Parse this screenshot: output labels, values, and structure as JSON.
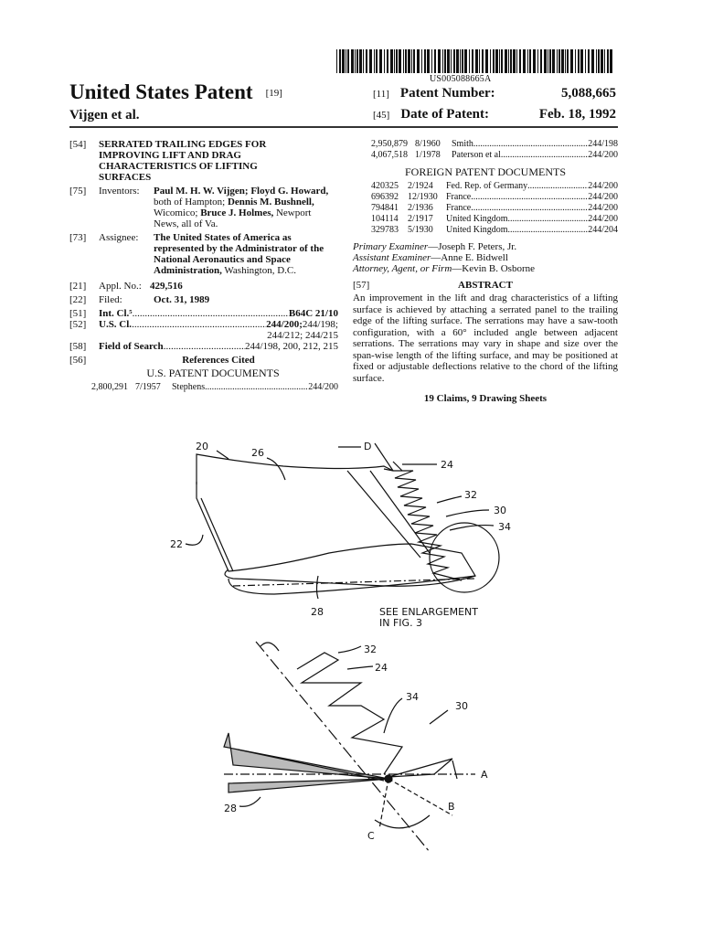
{
  "header": {
    "barcode_number": "US005088665A",
    "title": "United States Patent",
    "title_code": "[19]",
    "authors": "Vijgen et al.",
    "patent_number_code": "[11]",
    "patent_number_label": "Patent Number:",
    "patent_number": "5,088,665",
    "date_code": "[45]",
    "date_label": "Date of Patent:",
    "date": "Feb. 18, 1992"
  },
  "left": {
    "title_code": "[54]",
    "title": "SERRATED TRAILING EDGES FOR IMPROVING LIFT AND DRAG CHARACTERISTICS OF LIFTING SURFACES",
    "inventors_code": "[75]",
    "inventors_label": "Inventors:",
    "inventors": [
      {
        "name": "Paul M. H. W. Vijgen; Floyd G. Howard,",
        "place": " both of Hampton; "
      },
      {
        "name": "Dennis M. Bushnell,",
        "place": " Wicomico; "
      },
      {
        "name": "Bruce J. Holmes,",
        "place": " Newport News, all of Va."
      }
    ],
    "assignee_code": "[73]",
    "assignee_label": "Assignee:",
    "assignee": "The United States of America as represented by the Administrator of the National Aeronautics and Space Administration,",
    "assignee_place": " Washington, D.C.",
    "appl_code": "[21]",
    "appl_label": "Appl. No.:",
    "appl_no": "429,516",
    "filed_code": "[22]",
    "filed_label": "Filed:",
    "filed": "Oct. 31, 1989",
    "intcl_code": "[51]",
    "intcl_label": "Int. Cl.⁵",
    "intcl": "B64C 21/10",
    "uscl_code": "[52]",
    "uscl_label": "U.S. Cl.",
    "uscl_main": "244/200;",
    "uscl_rest1": " 244/198;",
    "uscl_rest2": "244/212; 244/215",
    "search_code": "[58]",
    "search_label": "Field of Search",
    "search": "244/198, 200, 212, 215",
    "refs_code": "[56]",
    "refs_label": "References Cited",
    "us_docs_heading": "U.S. PATENT DOCUMENTS",
    "us_docs": [
      {
        "number": "2,800,291",
        "date": "7/1957",
        "name": "Stephens",
        "class": "244/200"
      }
    ]
  },
  "right": {
    "us_docs_cont": [
      {
        "number": "2,950,879",
        "date": "8/1960",
        "name": "Smith",
        "class": "244/198"
      },
      {
        "number": "4,067,518",
        "date": "1/1978",
        "name": "Paterson et al.",
        "class": "244/200"
      }
    ],
    "foreign_heading": "FOREIGN PATENT DOCUMENTS",
    "foreign_docs": [
      {
        "number": "420325",
        "date": "2/1924",
        "name": "Fed. Rep. of Germany",
        "class": "244/200"
      },
      {
        "number": "696392",
        "date": "12/1930",
        "name": "France",
        "class": "244/200"
      },
      {
        "number": "794841",
        "date": "2/1936",
        "name": "France",
        "class": "244/200"
      },
      {
        "number": "104114",
        "date": "2/1917",
        "name": "United Kingdom",
        "class": "244/200"
      },
      {
        "number": "329783",
        "date": "5/1930",
        "name": "United Kingdom",
        "class": "244/204"
      }
    ],
    "primary_examiner_label": "Primary Examiner",
    "primary_examiner": "—Joseph F. Peters, Jr.",
    "assistant_examiner_label": "Assistant Examiner",
    "assistant_examiner": "—Anne E. Bidwell",
    "attorney_label": "Attorney, Agent, or Firm",
    "attorney": "—Kevin B. Osborne",
    "abstract_code": "[57]",
    "abstract_heading": "ABSTRACT",
    "abstract": "An improvement in the lift and drag characteristics of a lifting surface is achieved by attaching a serrated panel to the trailing edge of the lifting surface. The serrations may have a saw-tooth configuration, with a 60° included angle between adjacent serrations. The serrations may vary in shape and size over the span-wise length of the lifting surface, and may be positioned at fixed or adjustable deflections relative to the chord of the lifting surface.",
    "claims": "19 Claims, 9 Drawing Sheets"
  },
  "figure1": {
    "labels": {
      "l20": "20",
      "l26": "26",
      "lD": "D",
      "l24": "24",
      "l32": "32",
      "l30": "30",
      "l34": "34",
      "l22": "22",
      "l28": "28"
    },
    "note_line1": "SEE ENLARGEMENT",
    "note_line2": "IN FIG. 3"
  },
  "figure2": {
    "labels": {
      "l32": "32",
      "l24": "24",
      "l34": "34",
      "l30": "30",
      "lA": "A",
      "lB": "B",
      "lC": "C",
      "l28": "28"
    }
  }
}
